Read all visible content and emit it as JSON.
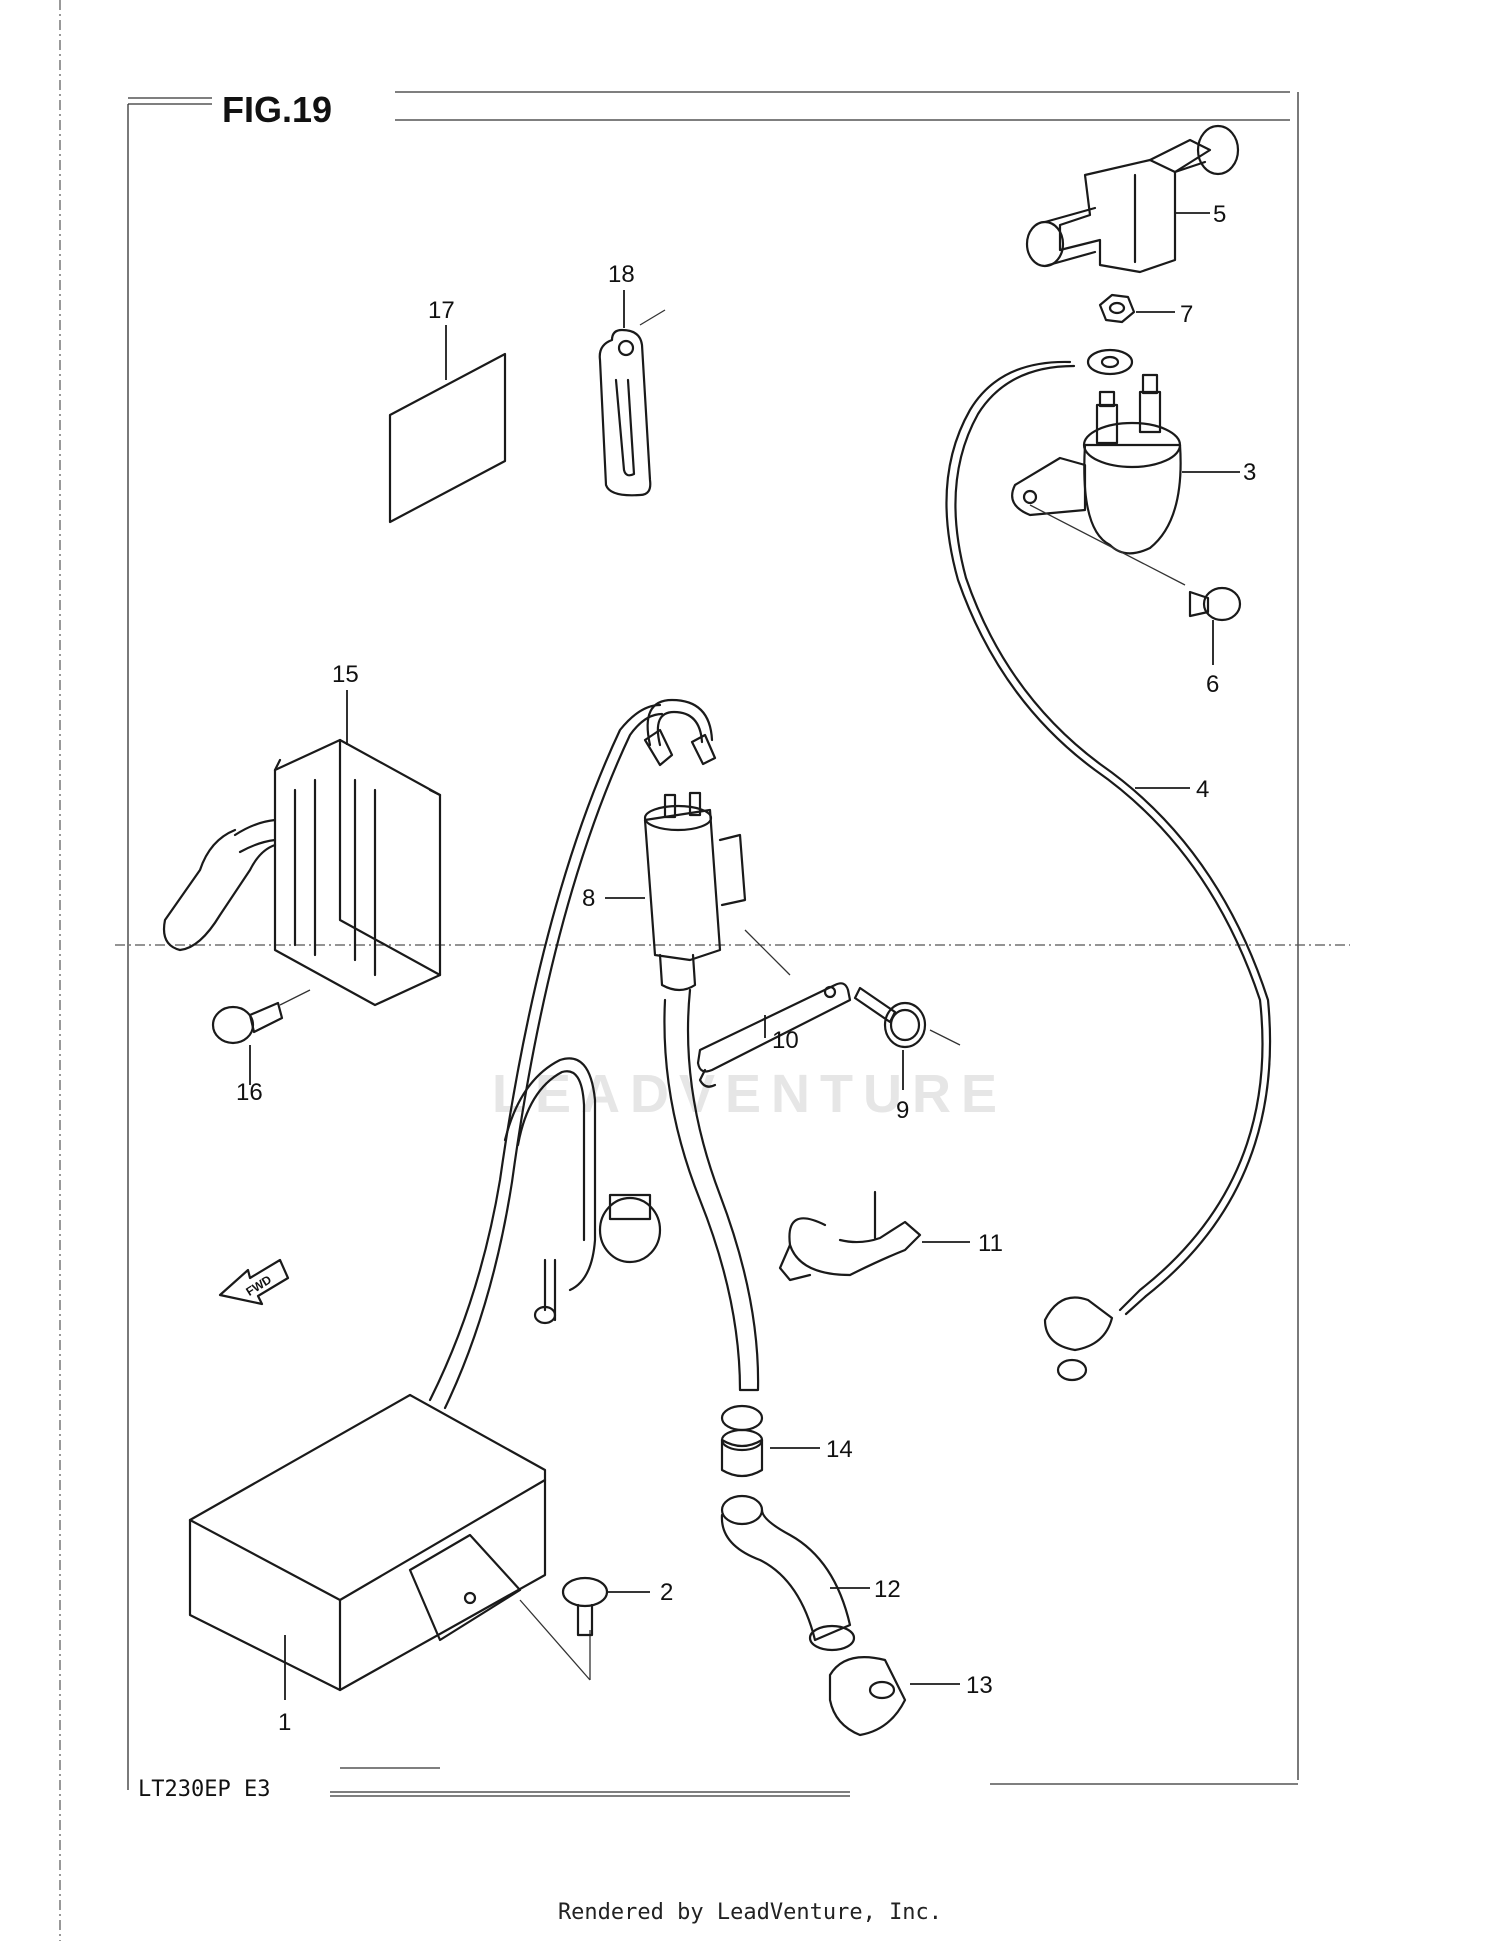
{
  "figure": {
    "title": "FIG.19",
    "model_code": "LT230EP  E3",
    "watermark": "LEADVENTURE",
    "direction_label": "FWD"
  },
  "callouts": [
    "1",
    "2",
    "3",
    "4",
    "5",
    "6",
    "7",
    "8",
    "9",
    "10",
    "11",
    "12",
    "13",
    "14",
    "15",
    "16",
    "17",
    "18"
  ],
  "footer": "Rendered by LeadVenture, Inc."
}
